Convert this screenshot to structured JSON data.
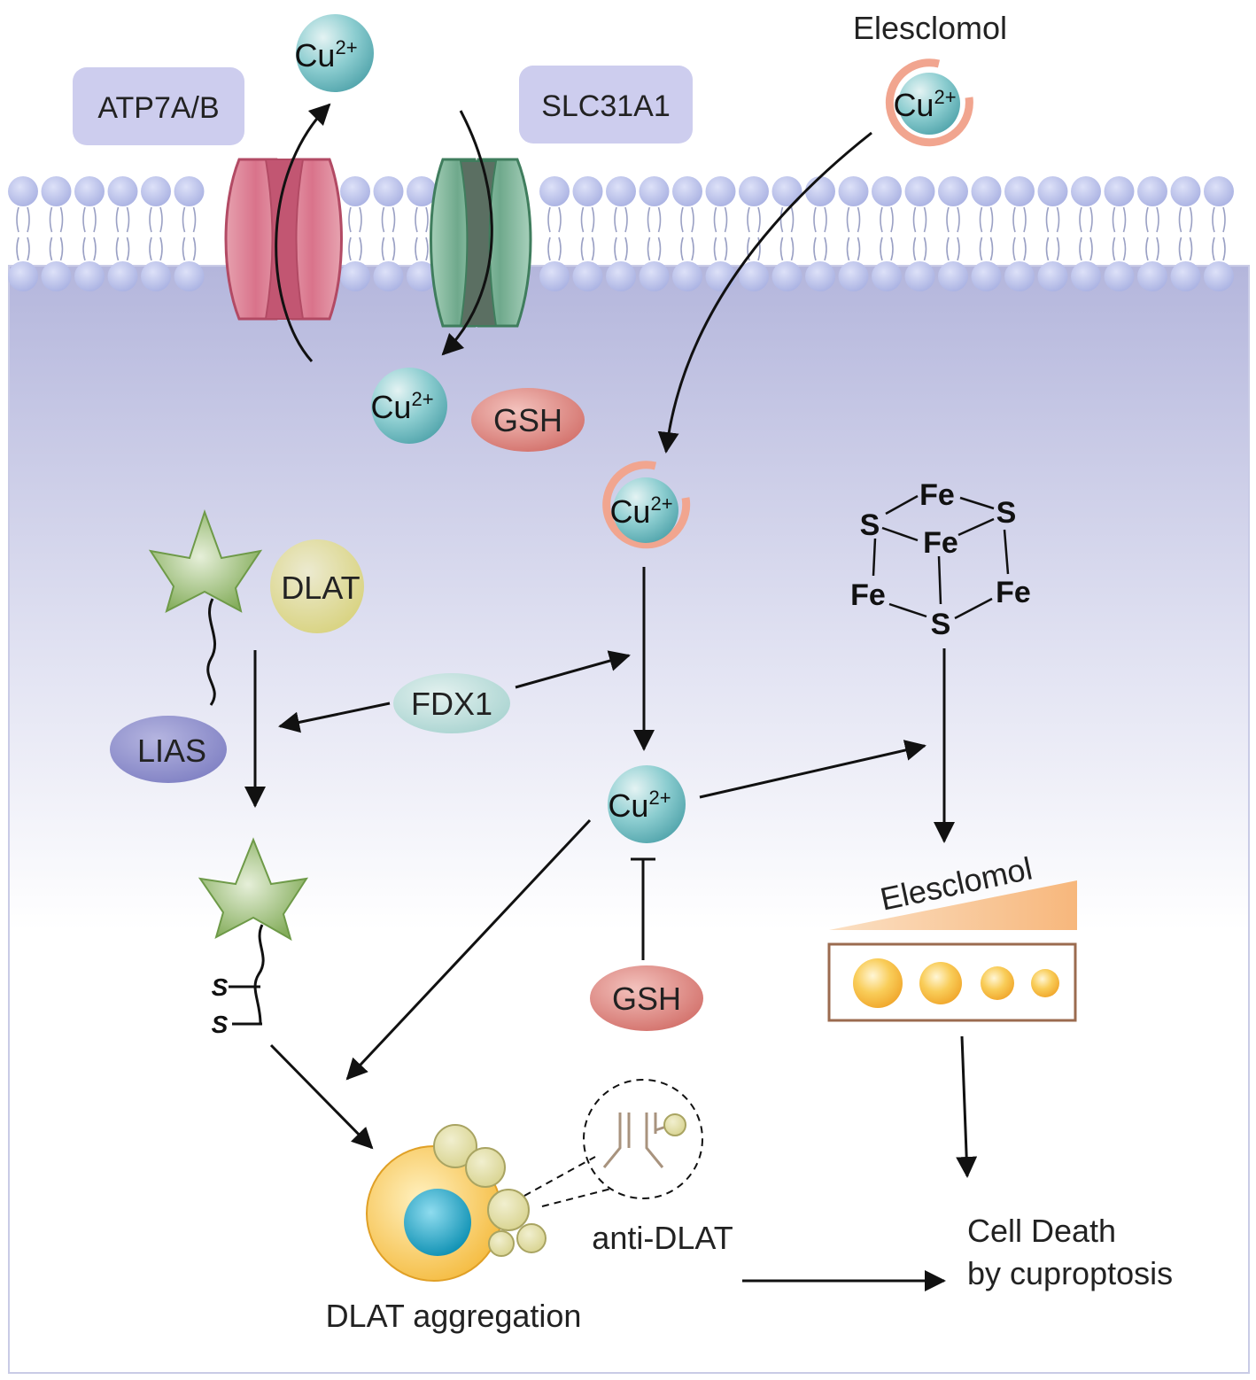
{
  "labels": {
    "atp7": "ATP7A/B",
    "slc31a1": "SLC31A1",
    "elesclomol_top": "Elesclomol",
    "cu": "Cu",
    "cu_sup": "2+",
    "gsh": "GSH",
    "dlat": "DLAT",
    "fdx1": "FDX1",
    "lias": "LIAS",
    "s": "S",
    "fe": "Fe",
    "elesclomol_gradient": "Elesclomol",
    "anti_dlat": "anti-DLAT",
    "dlat_aggregation": "DLAT aggregation",
    "cell_death_line1": "Cell Death",
    "cell_death_line2": "by cuproptosis"
  },
  "colors": {
    "cell_interior_top": "#b4b6dc",
    "cell_interior_bottom": "#ffffff",
    "membrane_head": "#bcc3ec",
    "transporter_red": "#d9738b",
    "transporter_green": "#7fb59b",
    "copper_ion": "#67b3b9",
    "elesclomol_ring": "#f1a58f",
    "gsh": "#d9827c",
    "dlat": "#dfd98a",
    "fdx1": "#b7dcd9",
    "lias": "#8f8fcc",
    "star": "#9dc176",
    "gradient_wedge": "#f8c08e",
    "aggregate_cell": "#f7c546",
    "nucleus": "#1aa3c3"
  },
  "icons": [
    "copper-ion-icon",
    "transporter-channel-icon",
    "lipoyl-star-icon",
    "iron-sulfur-cluster-icon",
    "antibody-icon",
    "cell-icon"
  ]
}
